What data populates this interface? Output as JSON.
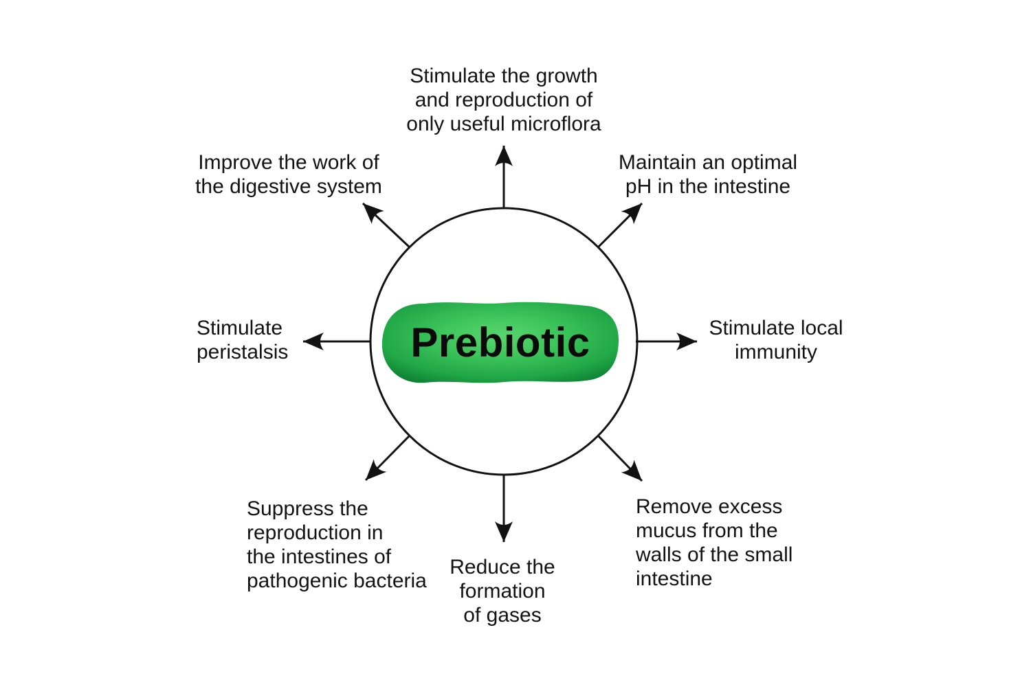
{
  "diagram": {
    "title_concept": "Prebiotic benefits diagram",
    "center_label": "Prebiotic",
    "colors": {
      "background": "#ffffff",
      "line": "#121212",
      "text": "#121212",
      "pill_light": "#5ad66f",
      "pill_mid": "#3bc35a",
      "pill_deep": "#21a847",
      "pill_dark": "#0d7f33"
    },
    "labels": {
      "top": {
        "text": "Stimulate the growth\nand reproduction of\nonly useful microflora"
      },
      "top_left": {
        "text": "Improve the work of\nthe digestive system"
      },
      "top_right": {
        "text": "Maintain an optimal\npH in the intestine"
      },
      "left": {
        "text": "Stimulate\nperistalsis"
      },
      "right": {
        "text": "Stimulate local\nimmunity"
      },
      "bottom_left": {
        "text": "Suppress the\nreproduction in\nthe intestines of\npathogenic bacteria"
      },
      "bottom": {
        "text": "Reduce the\nformation\nof gases"
      },
      "bottom_right": {
        "text": "Remove excess\nmucus from the\nwalls of the small\nintestine"
      }
    }
  }
}
